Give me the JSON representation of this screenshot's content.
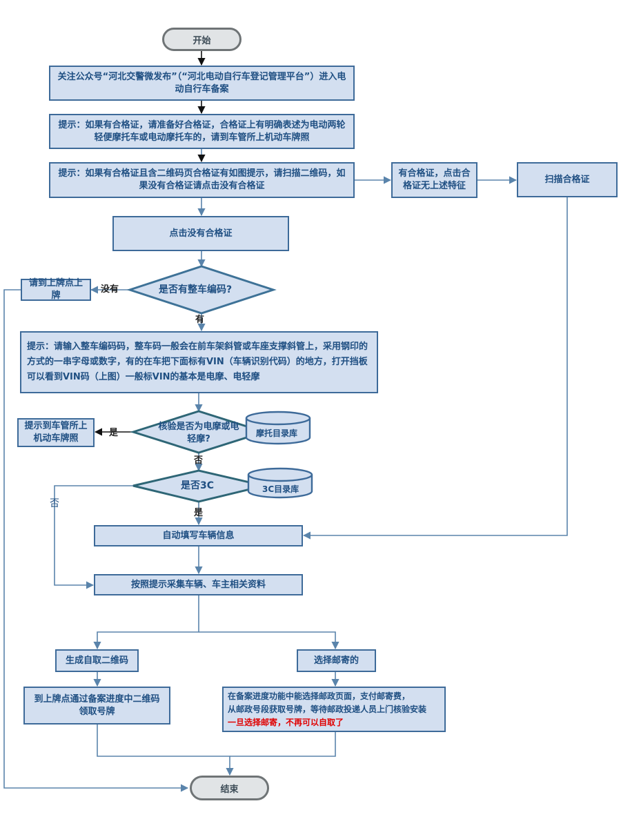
{
  "start": "开始",
  "end": "结束",
  "step_follow": "关注公众号“河北交警微发布”（“河北电动自行车登记管理平台”）进入电动自行车备案",
  "tip_certificate": "提示：如果有合格证，请准备好合格证，合格证上有明确表述为电动两轮轻便摩托车或电动摩托车的，请到车管所上机动车牌照",
  "tip_qrcode": "提示：如果有合格证且含二维码页合格证有如图提示，请扫描二维码，如果没有合格证请点击没有合格证",
  "has_certificate": "有合格证，点击合格证无上述特征",
  "scan_certificate": "扫描合格证",
  "click_no_certificate": "点击没有合格证",
  "decision_vin": "是否有整车编码?",
  "label_no": "没有",
  "label_yes_have": "有",
  "go_plate_point": "请到上牌点上牌",
  "tip_vin": "提示：请输入整车编码码，整车码一般会在前车架斜管或车座支撑斜管上，采用钢印的方式的一串字母或数字，有的在车把下面标有VIN（车辆识别代码）的地方，打开挡板可以看到VIN码（上图）一般标VIN的基本是电摩、电轻摩",
  "decision_motor": "核验是否为电摩或电轻摩?",
  "db_motor": "摩托目录库",
  "label_yes": "是",
  "label_no2": "否",
  "tip_dmv_plate": "提示到车管所上机动车牌照",
  "decision_3c": "是否3C",
  "db_3c": "3C目录库",
  "label_no3": "否",
  "label_yes3": "是",
  "auto_fill": "自动填写车辆信息",
  "collect_info": "按照提示采集车辆、车主相关资料",
  "gen_qrcode": "生成自取二维码",
  "choose_mail": "选择邮寄的",
  "pickup_plate": "到上牌点通过备案进度中二维码领取号牌",
  "mail_line1": "在备案进度功能中能选择邮政页面，支付邮寄费，",
  "mail_line2": "从邮政号段获取号牌，等待邮政投递人员上门核验安装",
  "mail_warning": "一旦选择邮寄，不再可以自取了",
  "colors": {
    "box_fill": "#d3dff0",
    "box_border": "#3d6a99",
    "connector": "#5a84ab",
    "decision_fill": "#d3dff0",
    "decision_border": "#3e7297",
    "db_fill": "#d3dff0",
    "terminal_fill": "#e1e4e6",
    "terminal_border": "#6f7476",
    "warning_text": "#e00000"
  }
}
